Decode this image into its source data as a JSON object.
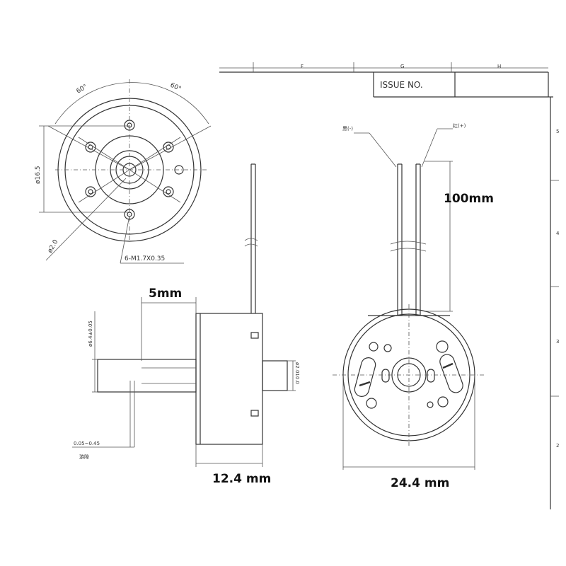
{
  "title_block": {
    "columns": [
      "F",
      "G",
      "H"
    ],
    "issue_label": "ISSUE NO.",
    "row_numbers": [
      "5",
      "4",
      "3",
      "2"
    ]
  },
  "front_view": {
    "angle_left": "60°",
    "angle_right": "60°",
    "diameter_label": "ø16.5",
    "hole_diameter_label": "ø2.0",
    "screw_note": "6-M1.7X0.35"
  },
  "side_view": {
    "shaft_length": "5mm",
    "shaft_diameter": "ø6.4±0.05",
    "rear_diameter": "ø2.010.0",
    "tolerance": "0.05~0.45",
    "tolerance_label": "游隙",
    "body_length": "12.4 mm"
  },
  "rear_view": {
    "lead_neg": "黑(-)",
    "lead_pos": "红(+)",
    "lead_length": "100mm",
    "body_width": "24.4 mm"
  }
}
